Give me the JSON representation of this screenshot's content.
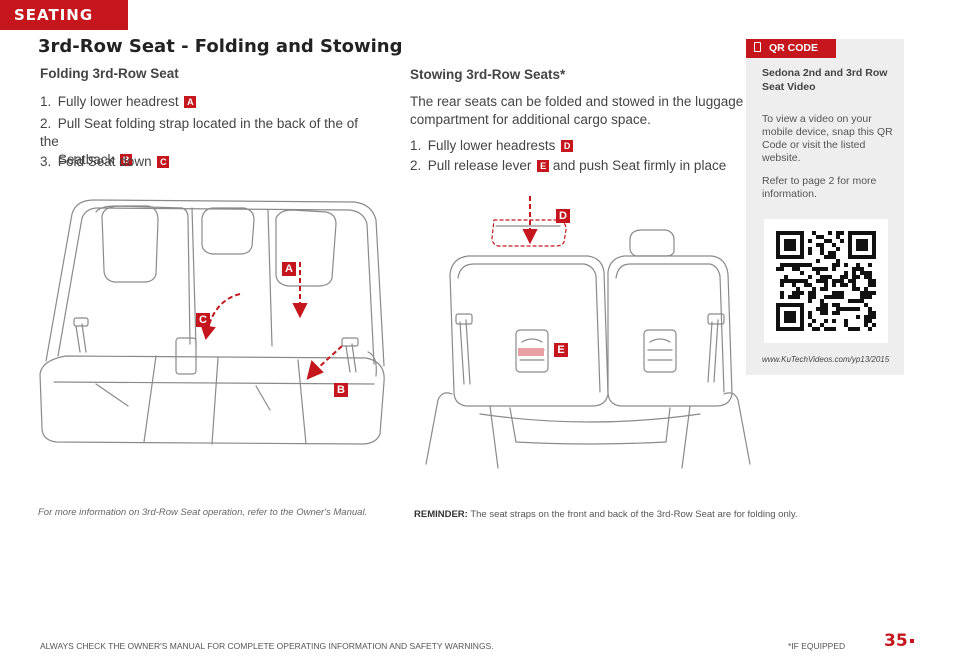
{
  "section_tab": "SEATING",
  "page_title": "3rd-Row Seat - Folding and Stowing",
  "folding": {
    "heading": "Folding 3rd-Row Seat",
    "steps": [
      {
        "num": "1.",
        "text": "Fully lower headrest",
        "badge": "A"
      },
      {
        "num": "2.",
        "text": "Pull Seat folding strap located in the back of the of the",
        "text2": "Seatback",
        "badge": "B"
      },
      {
        "num": "3.",
        "text": "Fold Seat down",
        "badge": "C"
      }
    ]
  },
  "stowing": {
    "heading": "Stowing 3rd-Row Seats*",
    "intro_line1": "The rear seats can be folded and stowed in the luggage",
    "intro_line2": "compartment for additional cargo space.",
    "steps": [
      {
        "num": "1.",
        "text": "Fully lower headrests",
        "badge": "D"
      },
      {
        "num": "2.",
        "text_before": "Pull release lever",
        "badge": "E",
        "text_after": "and push Seat firmly in place"
      }
    ]
  },
  "qr": {
    "tab_label": "QR CODE",
    "title": "Sedona 2nd and 3rd Row Seat Video",
    "text1": "To view a video on your mobile device, snap this QR Code or visit the listed website.",
    "text2": "Refer to page 2 for more information.",
    "url": "www.KuTechVideos.com/yp13/2015"
  },
  "illustration_labels": {
    "a": "A",
    "b": "B",
    "c": "C",
    "d": "D",
    "e": "E"
  },
  "footnote": "For more information on 3rd-Row Seat operation, refer to the Owner's Manual.",
  "reminder": {
    "label": "REMINDER:",
    "text": "The seat straps on the front and back of the 3rd-Row Seat are for folding only."
  },
  "footer": {
    "left": "ALWAYS CHECK THE OWNER'S MANUAL FOR COMPLETE OPERATING INFORMATION AND SAFETY WARNINGS.",
    "right": "*IF EQUIPPED",
    "page_number": "35"
  },
  "colors": {
    "accent": "#c4161c",
    "panel": "#eeeeef",
    "line_art": "#8a8a8a"
  }
}
